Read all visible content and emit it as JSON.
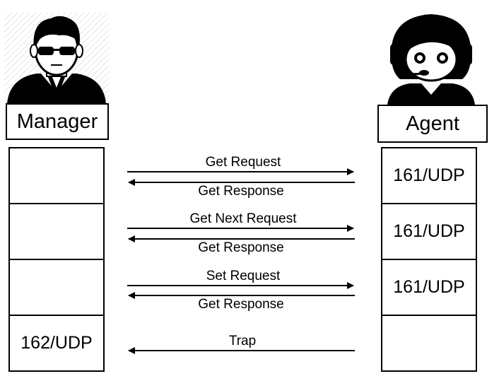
{
  "manager": {
    "label": "Manager",
    "ports": [
      "",
      "",
      "",
      "162/UDP"
    ]
  },
  "agent": {
    "label": "Agent",
    "ports": [
      "161/UDP",
      "161/UDP",
      "161/UDP",
      ""
    ]
  },
  "messages": [
    {
      "top_label": "Get Request",
      "bottom_label": "Get Response"
    },
    {
      "top_label": "Get Next Request",
      "bottom_label": "Get Response"
    },
    {
      "top_label": "Set Request",
      "bottom_label": "Get Response"
    },
    {
      "top_label": "Trap",
      "bottom_label": ""
    }
  ]
}
